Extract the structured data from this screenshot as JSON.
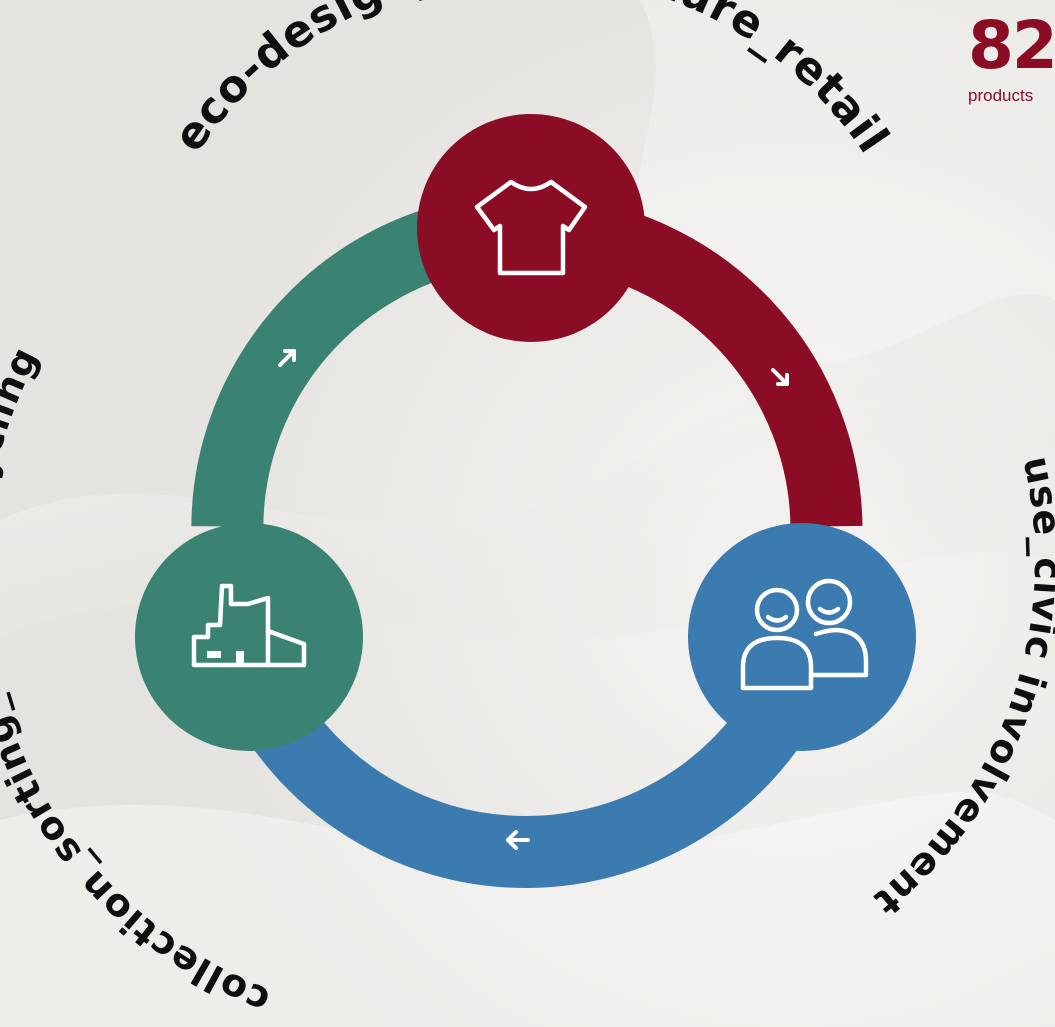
{
  "colors": {
    "accent_red": "#8b0c25",
    "accent_green": "#3a8271",
    "accent_blue": "#3c7bb0"
  },
  "stat": {
    "value": "82",
    "label": "products"
  },
  "cycle": {
    "stages": [
      {
        "key": "design",
        "label": "eco-design_manufacture_retail",
        "icon": "t-shirt-icon",
        "color": "#8b0c25"
      },
      {
        "key": "use",
        "label": "use_civic involvement",
        "icon": "people-icon",
        "color": "#3c7bb0"
      },
      {
        "key": "end",
        "label": "collection_sorting_reuse_recycling",
        "icon": "factory-icon",
        "color": "#3a8271"
      }
    ]
  }
}
